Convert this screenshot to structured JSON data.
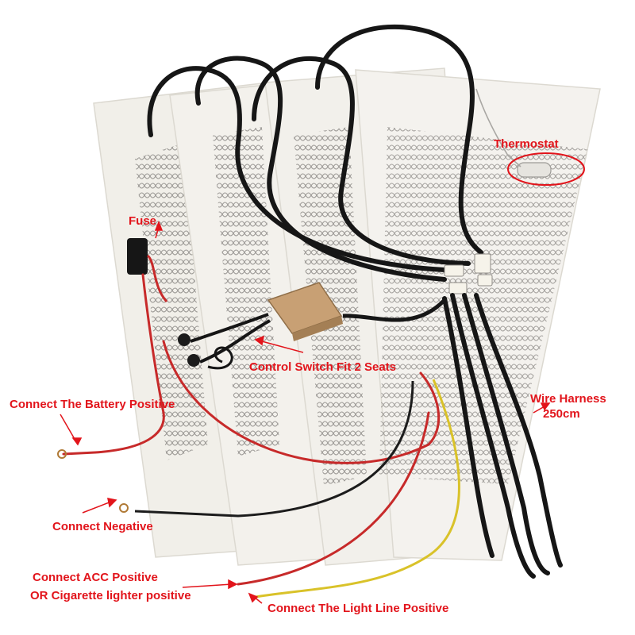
{
  "colors": {
    "label_text": "#e2141b",
    "pad_fill": "#f1efe9",
    "pad_edge": "#dcd9d1",
    "heating_wire": "#7d7b78",
    "cable": "#161616",
    "red_wire": "#c72a2a",
    "yellow_wire": "#d9c229",
    "switch_box": "#c8a074",
    "callout_ellipse": "#e2141b"
  },
  "labels": {
    "fuse": "Fuse",
    "thermostat": "Thermostat",
    "control_switch": "Control Switch Fit 2 Seats",
    "battery_positive": "Connect The Battery Positive",
    "wire_harness_line1": "Wire Harness",
    "wire_harness_line2": "250cm",
    "negative": "Connect Negative",
    "acc_line1": "Connect  ACC Positive",
    "acc_line2": "OR Cigarette lighter positive",
    "light_line": "Connect The Light Line Positive"
  }
}
